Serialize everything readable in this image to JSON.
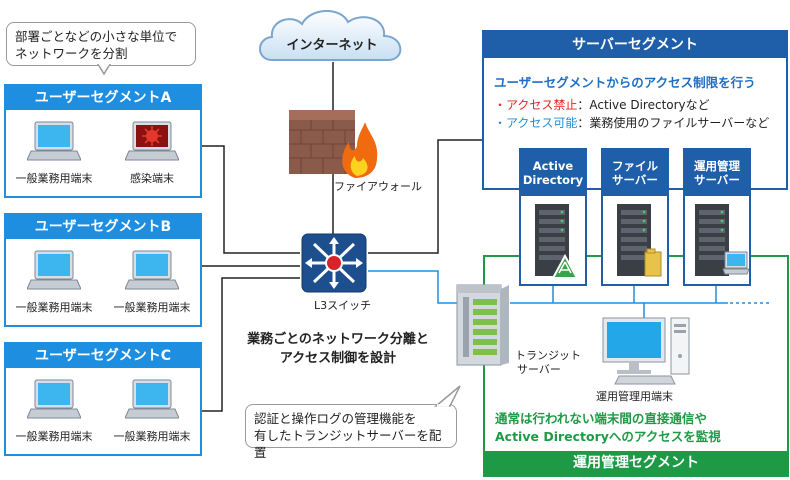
{
  "callout_top": {
    "line1": "部署ごとなどの小さな単位で",
    "line2": "ネットワークを分割"
  },
  "internet": {
    "label": "インターネット"
  },
  "firewall": {
    "label": "ファイアウォール"
  },
  "l3switch": {
    "label": "L3スイッチ"
  },
  "center_caption": {
    "line1": "業務ごとのネットワーク分離と",
    "line2": "アクセス制御を設計"
  },
  "callout_bottom": {
    "line1": "認証と操作ログの管理機能を",
    "line2": "有したトランジットサーバーを配置"
  },
  "user_segments": [
    {
      "title": "ユーザーセグメントA",
      "terminals": [
        "一般業務用端末",
        "感染端末"
      ]
    },
    {
      "title": "ユーザーセグメントB",
      "terminals": [
        "一般業務用端末",
        "一般業務用端末"
      ]
    },
    {
      "title": "ユーザーセグメントC",
      "terminals": [
        "一般業務用端末",
        "一般業務用端末"
      ]
    }
  ],
  "server_segment": {
    "title": "サーバーセグメント",
    "note": "ユーザーセグメントからのアクセス制限を行う",
    "rows": [
      {
        "key": "・アクセス禁止",
        "sep": "：",
        "value": "Active Directoryなど",
        "color": "#e0261b"
      },
      {
        "key": "・アクセス可能",
        "sep": "：",
        "value": "業務使用のファイルサーバーなど",
        "color": "#1e8ee0"
      }
    ],
    "servers": [
      {
        "line1": "Active",
        "line2": "Directory"
      },
      {
        "line1": "ファイル",
        "line2": "サーバー"
      },
      {
        "line1": "運用管理",
        "line2": "サーバー"
      }
    ]
  },
  "transit_server": {
    "line1": "トランジット",
    "line2": "サーバー"
  },
  "mgmt_terminal": {
    "label": "運用管理用端末"
  },
  "mgmt_segment": {
    "title": "運用管理セグメント",
    "note1": "通常は行われない端末間の直接通信や",
    "note2": "Active Directoryへのアクセスを監視"
  },
  "colors": {
    "user_blue": "#1e8ee0",
    "server_navy": "#1f5ea8",
    "mgmt_green": "#1e9a46",
    "deny_red": "#e0261b"
  }
}
